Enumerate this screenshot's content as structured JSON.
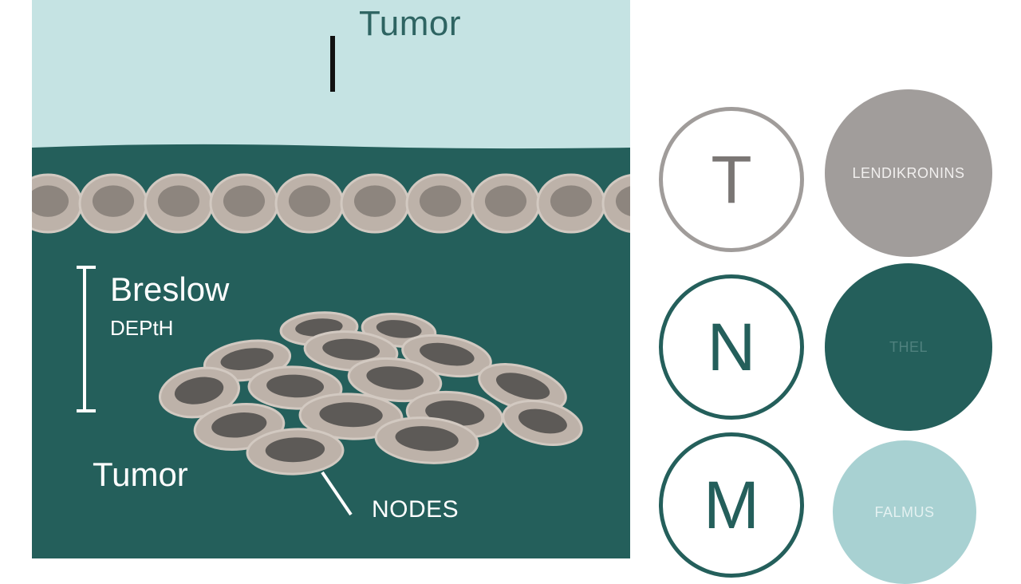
{
  "diagram": {
    "labels": {
      "tumor_top": "Tumor",
      "breslow": "Breslow",
      "depth": "DEPtH",
      "tumor_bottom": "Tumor",
      "nodes": "NODES"
    }
  },
  "staging": {
    "letters": [
      "T",
      "N",
      "M"
    ],
    "discs": [
      "LENDIKRONINS",
      "THEL",
      "FALMUS"
    ]
  },
  "colors": {
    "sky": "#c5e3e3",
    "tissue": "#245f5b",
    "cell": "#bfb5ac",
    "grey_ring": "#a09c9a",
    "teal_ring": "#245f5b",
    "light_disc": "#a8d1d2"
  }
}
